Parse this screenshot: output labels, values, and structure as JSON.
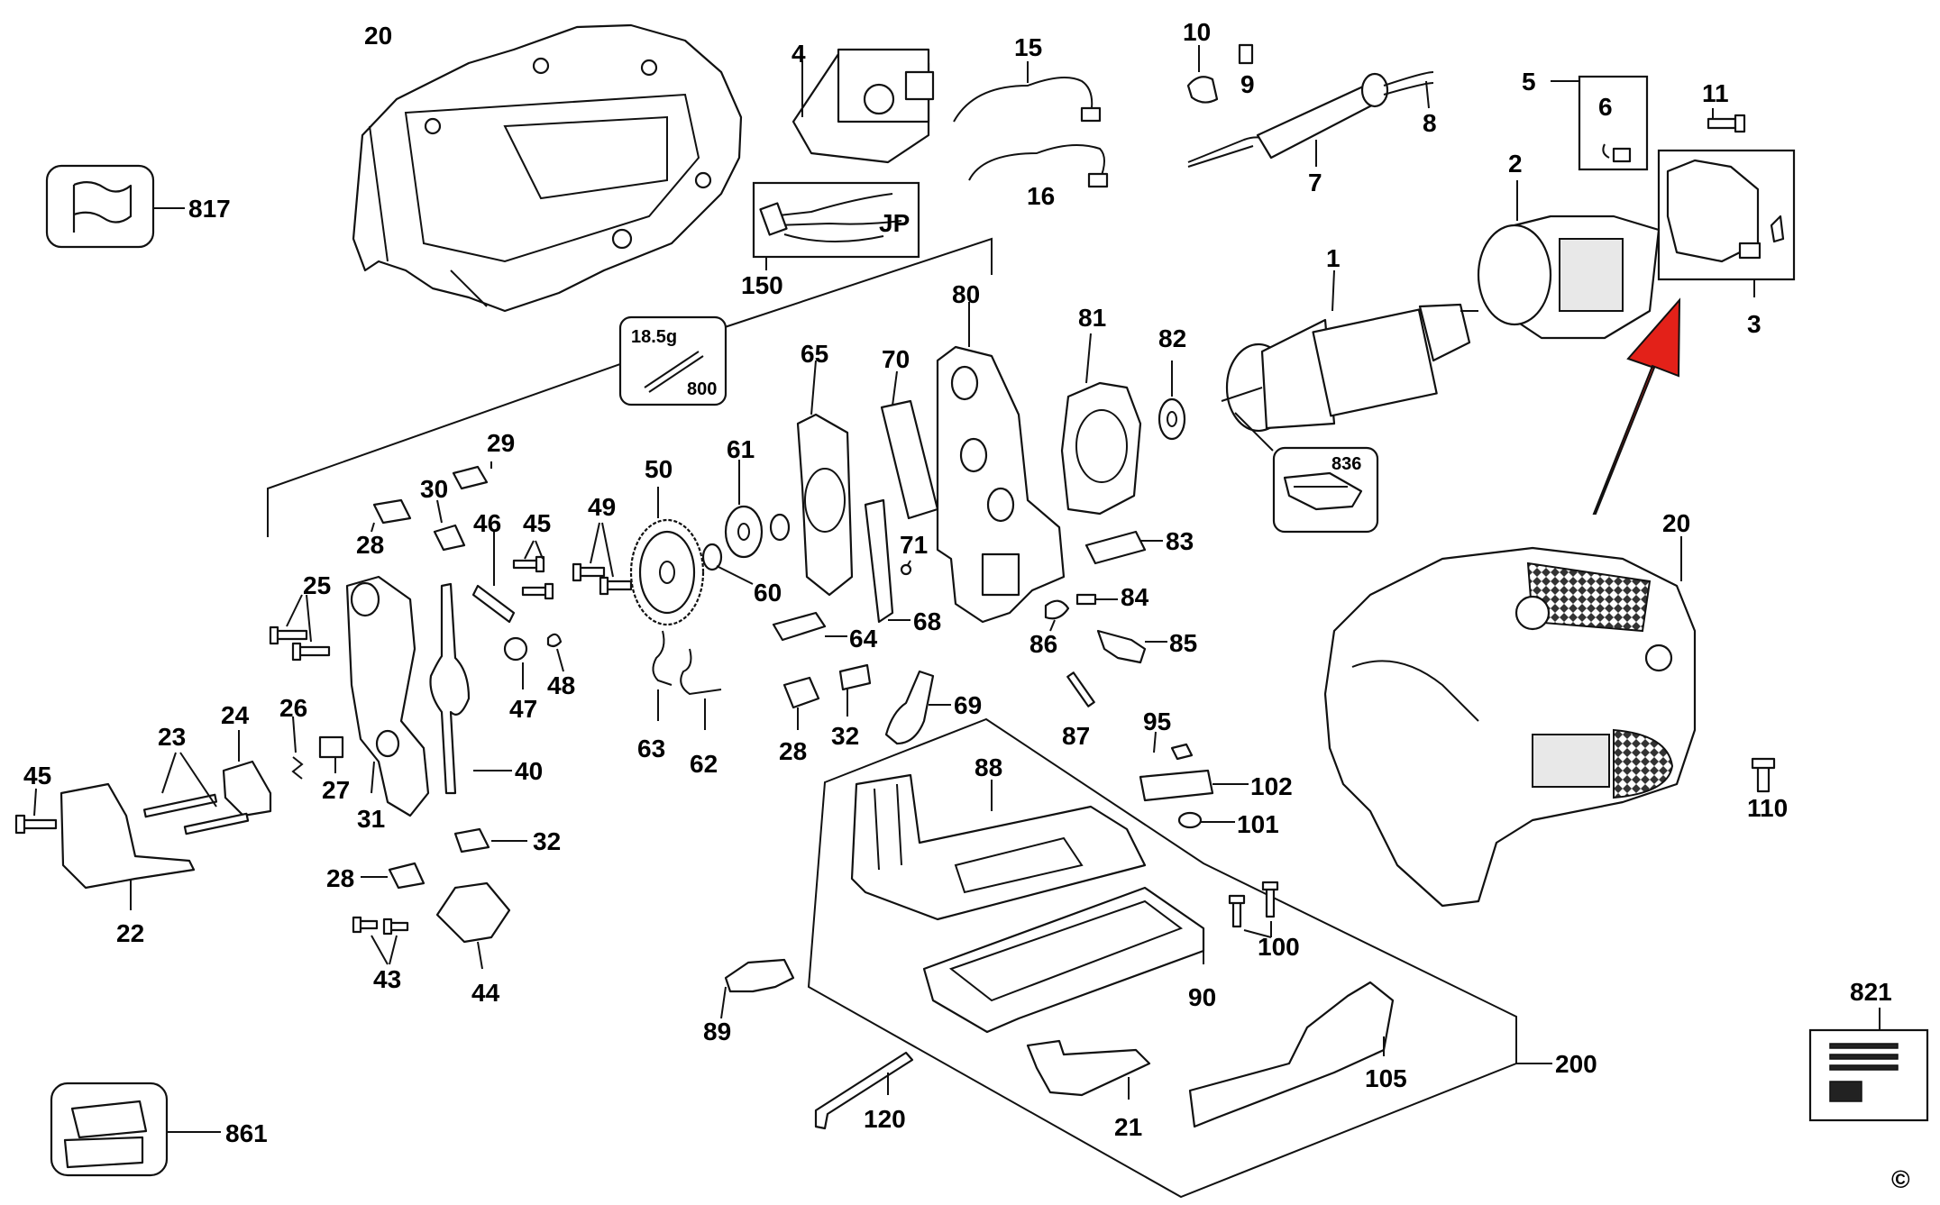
{
  "labels": {
    "p20a": "20",
    "p4": "4",
    "p15": "15",
    "p16": "16",
    "p10": "10",
    "p9": "9",
    "p8": "8",
    "p7": "7",
    "p5": "5",
    "p6": "6",
    "p11": "11",
    "p2": "2",
    "p3": "3",
    "p817": "817",
    "p150": "150",
    "jp": "JP",
    "p80": "80",
    "p81": "81",
    "p82": "82",
    "p1": "1",
    "p836": "836",
    "p800": "800",
    "grease": "18.5g",
    "p65": "65",
    "p70": "70",
    "p29": "29",
    "p30": "30",
    "p46": "46",
    "p45a": "45",
    "p49": "49",
    "p50": "50",
    "p61": "61",
    "p28a": "28",
    "p25": "25",
    "p60": "60",
    "p71": "71",
    "p83": "83",
    "p68": "68",
    "p64": "64",
    "p84": "84",
    "p85": "85",
    "p86": "86",
    "p48": "48",
    "p47": "47",
    "p24": "24",
    "p26": "26",
    "p23": "23",
    "p45b": "45",
    "p27": "27",
    "p31": "31",
    "p40": "40",
    "p63": "63",
    "p62": "62",
    "p28b": "28",
    "p32a": "32",
    "p69": "69",
    "p87": "87",
    "p95": "95",
    "p102": "102",
    "p101": "101",
    "p20b": "20",
    "p110": "110",
    "p88": "88",
    "p22": "22",
    "p32b": "32",
    "p28c": "28",
    "p43": "43",
    "p44": "44",
    "p100": "100",
    "p90": "90",
    "p89": "89",
    "p105": "105",
    "p200": "200",
    "p120": "120",
    "p21": "21",
    "p861": "861",
    "p821": "821",
    "copyright": "©"
  },
  "accent": {
    "arrow_color": "#e32119"
  }
}
